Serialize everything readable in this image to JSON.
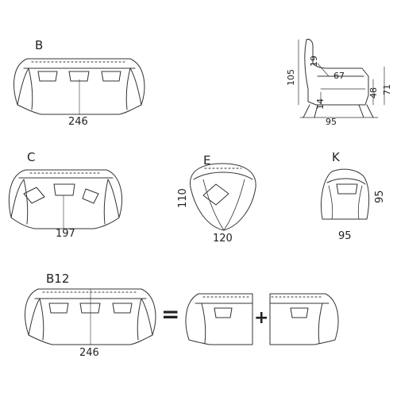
{
  "colors": {
    "line": "#333333",
    "text": "#222222",
    "background": "#ffffff"
  },
  "models": {
    "B": {
      "label": "B",
      "width": "246"
    },
    "C": {
      "label": "C",
      "width": "197"
    },
    "E": {
      "label": "E",
      "width": "120",
      "depth": "110"
    },
    "K": {
      "label": "K",
      "width": "95",
      "depth": "95"
    },
    "B12": {
      "label": "B12",
      "width": "246",
      "equals": "=",
      "plus": "+"
    }
  },
  "side_view": {
    "total_height": "105",
    "seat_depth": "67",
    "back_angle": "19",
    "arm_height": "71",
    "seat_height": "48",
    "leg_height": "14",
    "total_depth": "95"
  }
}
